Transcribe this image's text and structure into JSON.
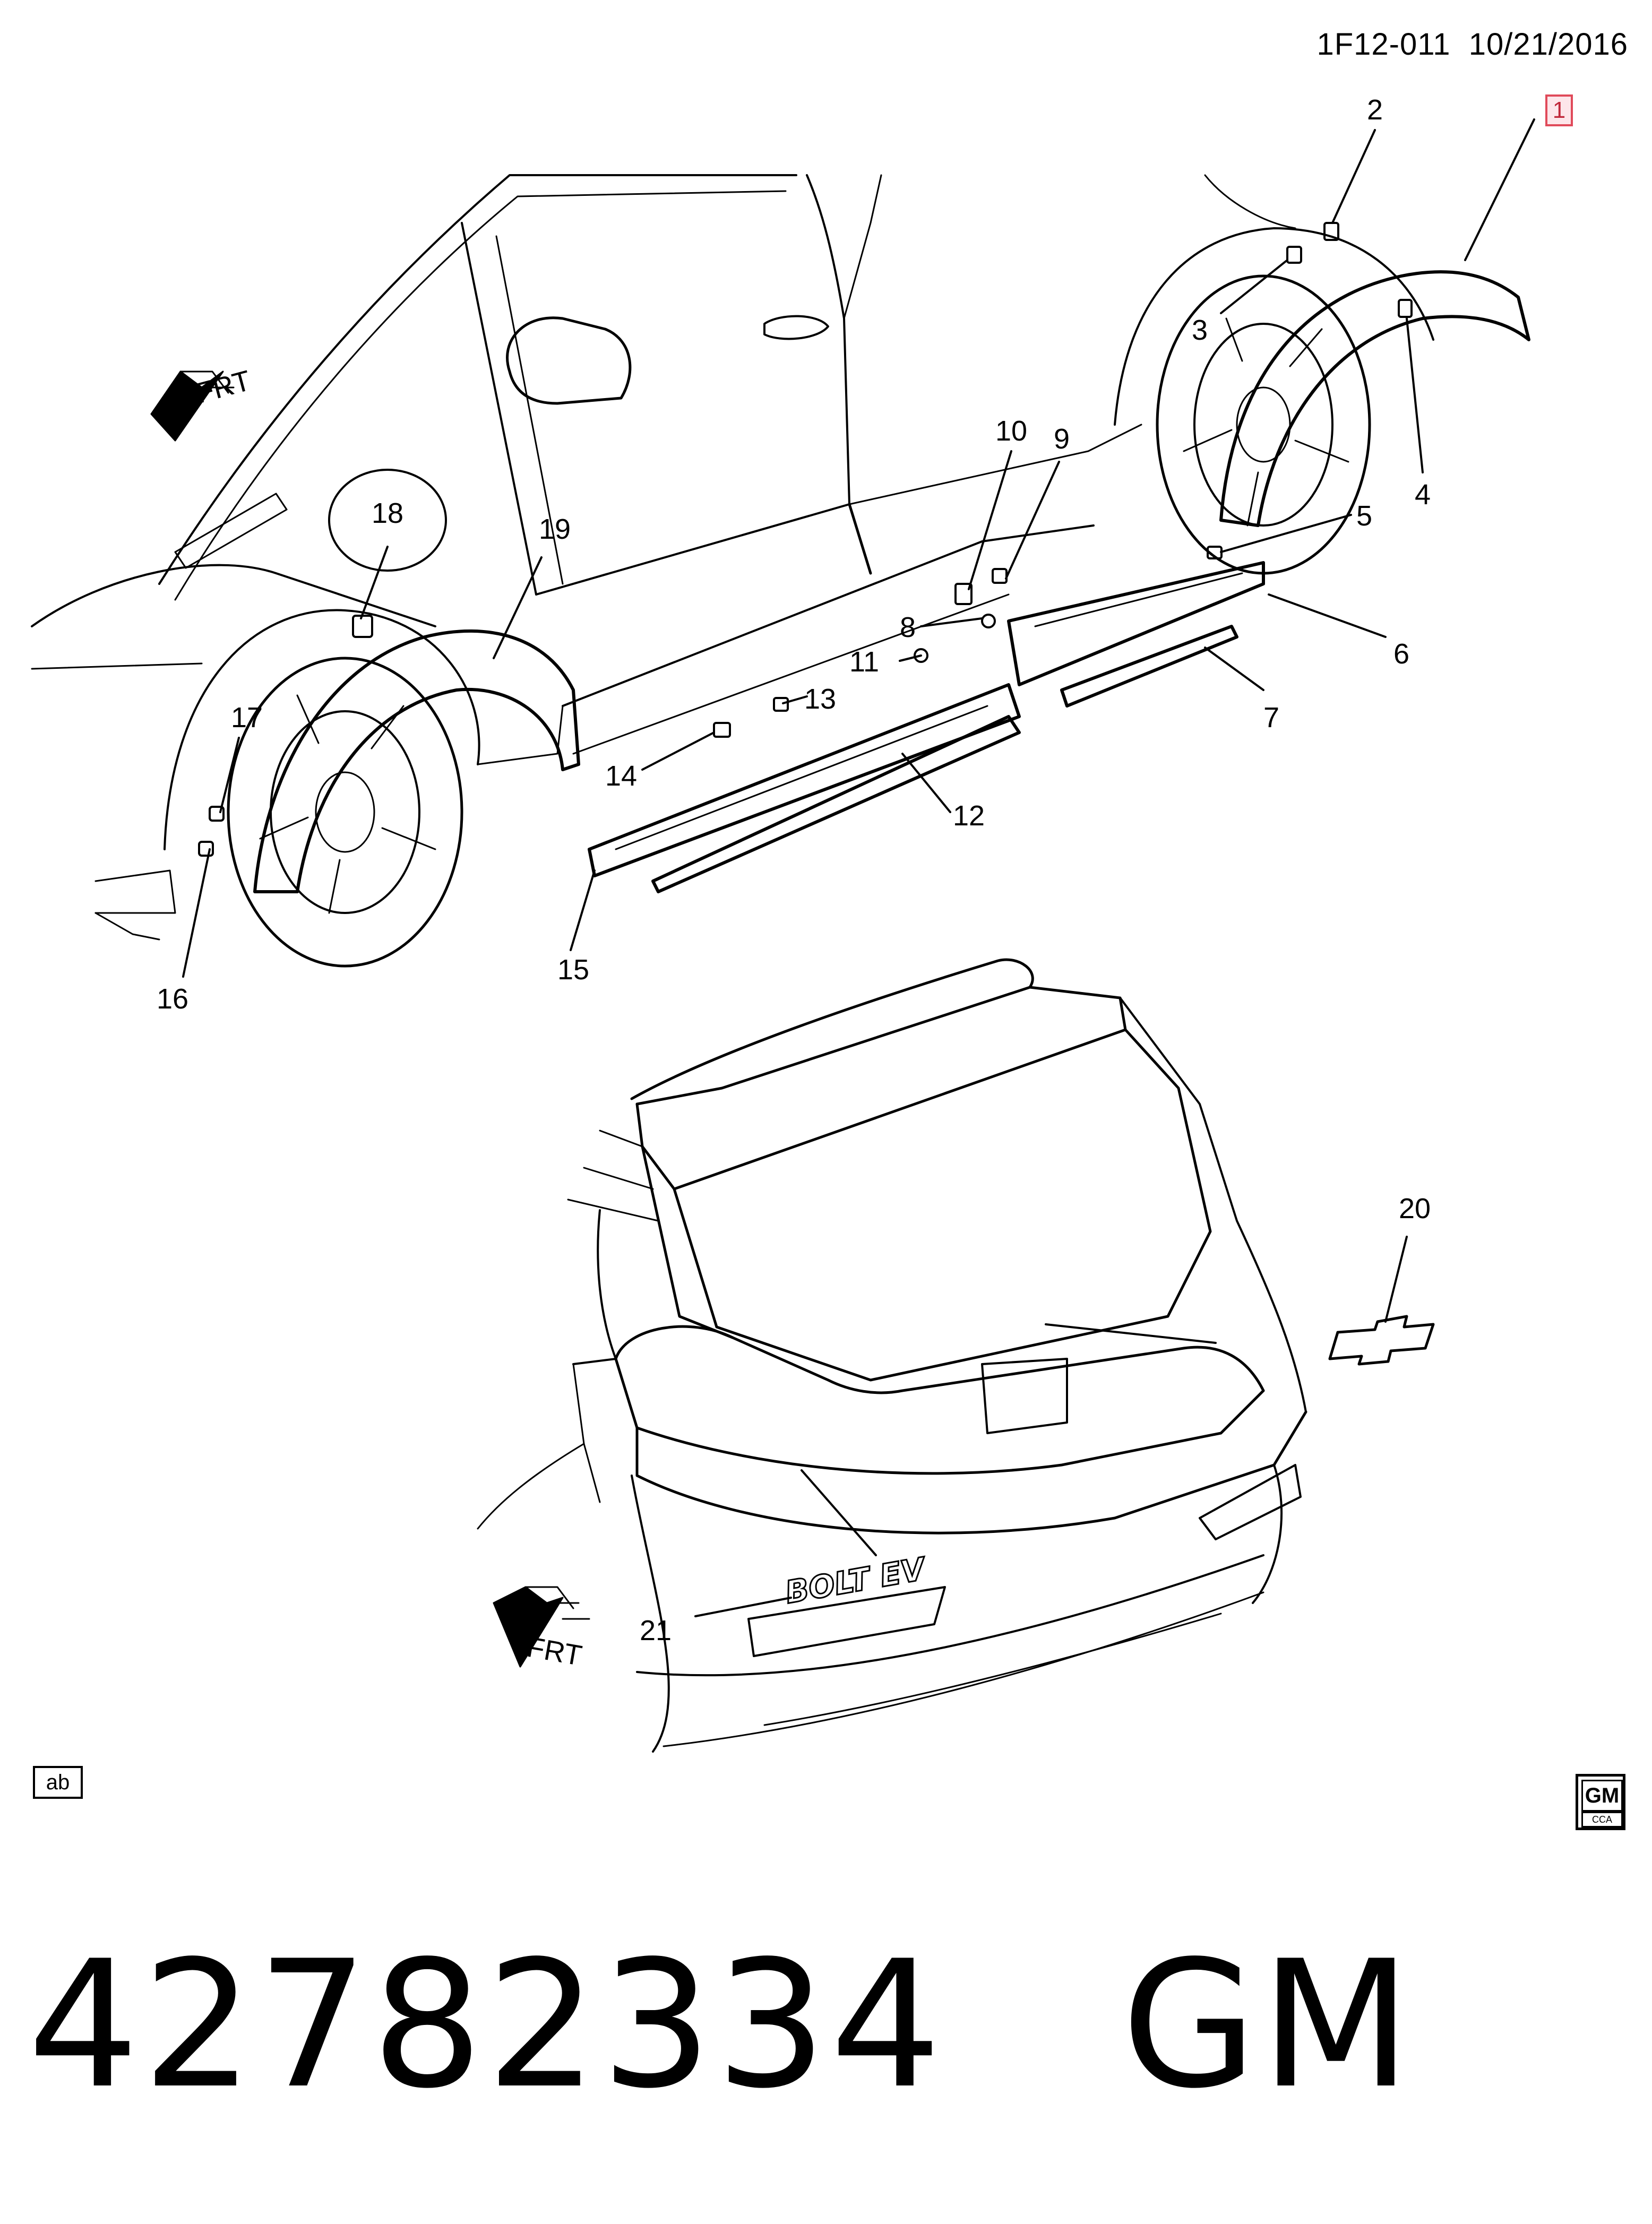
{
  "header": {
    "doc_code": "1F12-011",
    "date": "10/21/2016"
  },
  "highlighted_callout": "1",
  "callouts": [
    {
      "num": "2"
    },
    {
      "num": "3"
    },
    {
      "num": "4"
    },
    {
      "num": "5"
    },
    {
      "num": "6"
    },
    {
      "num": "7"
    },
    {
      "num": "8"
    },
    {
      "num": "9"
    },
    {
      "num": "10"
    },
    {
      "num": "11"
    },
    {
      "num": "12"
    },
    {
      "num": "13"
    },
    {
      "num": "14"
    },
    {
      "num": "15"
    },
    {
      "num": "16"
    },
    {
      "num": "17"
    },
    {
      "num": "18"
    },
    {
      "num": "19"
    },
    {
      "num": "20"
    },
    {
      "num": "21"
    }
  ],
  "frt_label": "FRT",
  "badge_text": "BOLT EV",
  "ab_label": "ab",
  "gm_logo": {
    "top": "GM",
    "bottom": "CCA"
  },
  "footer": {
    "part_number": "42782334",
    "brand": "GM"
  }
}
